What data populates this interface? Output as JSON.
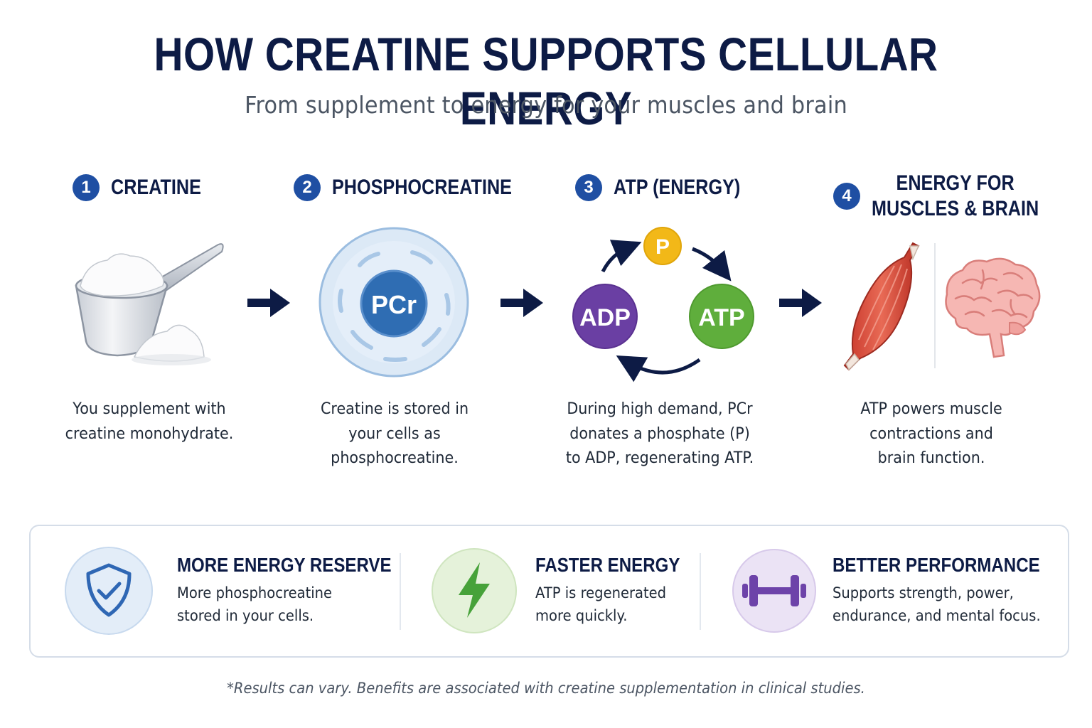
{
  "header": {
    "title": "HOW CREATINE SUPPORTS CELLULAR ENERGY",
    "subtitle": "From supplement to energy for your muscles and brain"
  },
  "steps": [
    {
      "number": "1",
      "title": "CREATINE",
      "description": [
        "You supplement with",
        "creatine monohydrate."
      ],
      "icon": "powder-scoop-icon"
    },
    {
      "number": "2",
      "title": "PHOSPHOCREATINE",
      "description": [
        "Creatine is stored in",
        "your cells as",
        "phosphocreatine."
      ],
      "icon": "cell-icon",
      "cell_label": "PCr"
    },
    {
      "number": "3",
      "title": "ATP (ENERGY)",
      "description": [
        "During high demand, PCr",
        "donates a phosphate (P)",
        "to ADP, regenerating ATP."
      ],
      "icon": "atp-cycle-icon",
      "cycle": {
        "phosphate": "P",
        "adp": "ADP",
        "atp": "ATP"
      }
    },
    {
      "number": "4",
      "title": [
        "ENERGY FOR",
        "MUSCLES & BRAIN"
      ],
      "description": [
        "ATP powers muscle",
        "contractions and",
        "brain function."
      ],
      "icons": [
        "muscle-icon",
        "brain-icon"
      ]
    }
  ],
  "benefits": [
    {
      "title": "MORE ENERGY RESERVE",
      "text": [
        "More phosphocreatine",
        "stored in your cells."
      ],
      "icon": "shield-check-icon",
      "color": "#2f67b4",
      "bg": "#e3edf8"
    },
    {
      "title": "FASTER ENERGY",
      "text": [
        "ATP is regenerated",
        "more quickly."
      ],
      "icon": "lightning-icon",
      "color": "#47a23a",
      "bg": "#e5f2da"
    },
    {
      "title": "BETTER PERFORMANCE",
      "text": [
        "Supports strength, power,",
        "endurance, and mental focus."
      ],
      "icon": "dumbbell-icon",
      "color": "#6d43a9",
      "bg": "#ebe3f5"
    }
  ],
  "footnote": "*Results can vary. Benefits are associated with creatine supplementation in clinical studies.",
  "colors": {
    "navy": "#0d1b45",
    "step_badge": "#1f4fa3",
    "pcr": "#2f6db3",
    "adp": "#6a3fa3",
    "atp": "#5fae3c",
    "phosphate": "#f2b818"
  }
}
